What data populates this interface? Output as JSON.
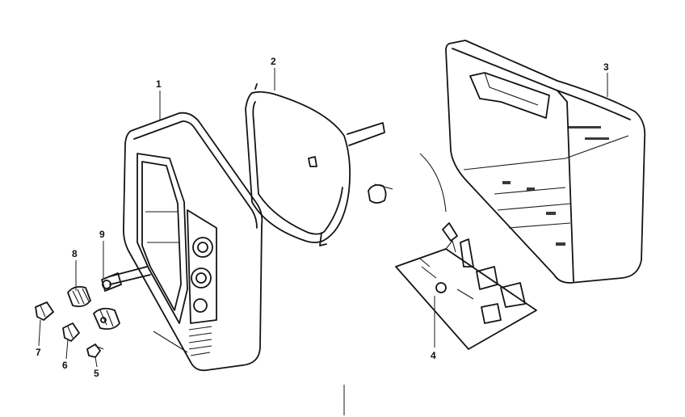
{
  "diagram": {
    "part_labels": [
      {
        "id": "cabinet-front",
        "text": "1"
      },
      {
        "id": "picture-tube",
        "text": "2"
      },
      {
        "id": "back-cover",
        "text": "3"
      },
      {
        "id": "circuit-board",
        "text": "4"
      },
      {
        "id": "small-knob",
        "text": "5"
      },
      {
        "id": "knob-medium",
        "text": "6"
      },
      {
        "id": "knob-small-left",
        "text": "7"
      },
      {
        "id": "knob-large",
        "text": "8"
      },
      {
        "id": "control-shaft",
        "text": "9"
      }
    ]
  }
}
